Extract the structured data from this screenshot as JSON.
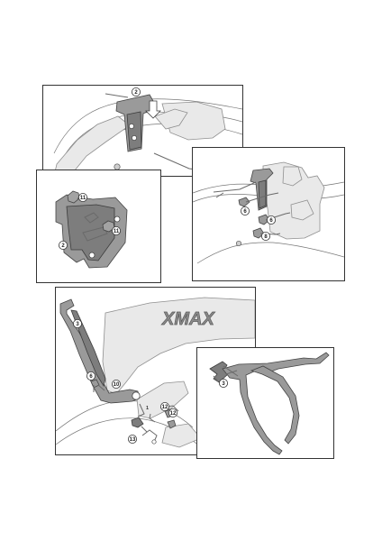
{
  "panels": [
    {
      "id": "top-main",
      "callouts": [
        "2"
      ]
    },
    {
      "id": "bracket-detail",
      "callouts": [
        "11",
        "11",
        "2"
      ]
    },
    {
      "id": "mount-detail",
      "callouts": [
        "6",
        "6",
        "8"
      ]
    },
    {
      "id": "bottom-main",
      "brand_text": "XMAX",
      "callouts": [
        "3",
        "6",
        "10",
        "12",
        "12",
        "13"
      ],
      "small_label": "1"
    },
    {
      "id": "frame-detail",
      "callouts": [
        "3"
      ]
    }
  ]
}
